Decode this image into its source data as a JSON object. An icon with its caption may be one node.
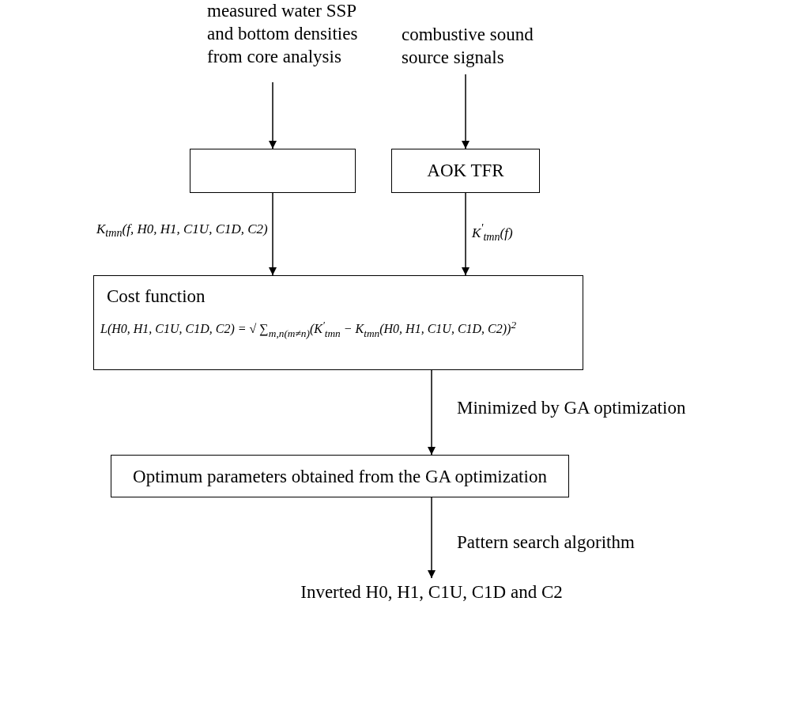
{
  "diagram": {
    "nodes": [
      {
        "text": [
          "measured water SSP and bottom densities from core analysis"
        ]
      },
      {
        "text": [
          "combustive sound source signals"
        ]
      },
      {
        "text": [],
        "shape": "box"
      },
      {
        "text": [
          "AOK TFR"
        ]
      },
      {
        "text": [
          "Cost function",
          "L(H0, H1, C1U, C1D, C2) = √ ∑$_{m,n(m≠n)}$(K$^{'}$$_{tmn}$ − K$_{tmn}$(H0, H1, C1U, C1D, C2))$^{2}$"
        ]
      },
      {
        "text": [
          "Optimum parameters obtained from the GA optimization"
        ]
      },
      {
        "text": [
          "Inverted H0, H1, C1U, C1D and C2"
        ]
      }
    ],
    "edges": [
      {
        "from": 0,
        "to": 2,
        "arrow": "to"
      },
      {
        "from": 1,
        "to": 3,
        "arrow": "to"
      },
      {
        "from": 2,
        "to": 4,
        "arrow": "to",
        "label": "K$_{tmn}$(f, H0, H1, C1U, C1D, C2)"
      },
      {
        "from": 3,
        "to": 4,
        "arrow": "to",
        "label": "K$^{'}$$_{tmn}$(f)"
      },
      {
        "from": 4,
        "to": 5,
        "arrow": "to",
        "label": "Minimized by GA optimization"
      },
      {
        "from": 5,
        "to": 6,
        "arrow": "to",
        "label": "Pattern search algorithm"
      }
    ]
  }
}
